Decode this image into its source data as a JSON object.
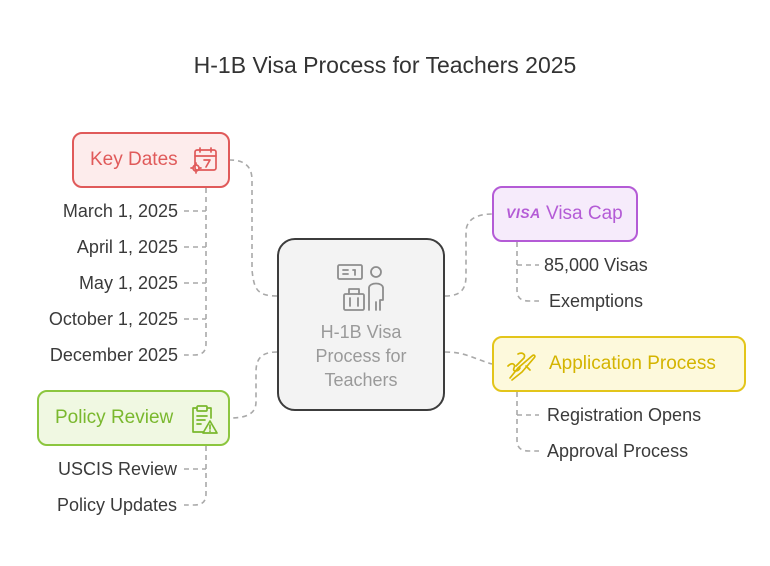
{
  "title": "H-1B Visa Process for Teachers 2025",
  "center": {
    "lines": [
      "H-1B Visa",
      "Process for",
      "Teachers"
    ]
  },
  "branches": {
    "key_dates": {
      "label": "Key Dates",
      "color": "#e05a5a",
      "fill": "#fdecec",
      "icon": "calendar-gear-icon",
      "items": [
        "March 1, 2025",
        "April 1, 2025",
        "May 1, 2025",
        "October 1, 2025",
        "December 2025"
      ]
    },
    "policy_review": {
      "label": "Policy Review",
      "color": "#8cc63f",
      "fill": "#f0f8e2",
      "icon": "clipboard-warning-icon",
      "items": [
        "USCIS Review",
        "Policy Updates"
      ]
    },
    "visa_cap": {
      "label": "Visa Cap",
      "color": "#b45bd6",
      "fill": "#f6ebfb",
      "icon": "visa-card-icon",
      "icon_text": "VISA",
      "items": [
        "85,000 Visas",
        "Exemptions"
      ]
    },
    "application_process": {
      "label": "Application Process",
      "color": "#e3c51a",
      "fill": "#fdf9dc",
      "icon": "signing-hand-icon",
      "items": [
        "Registration Opens",
        "Approval Process"
      ]
    }
  }
}
